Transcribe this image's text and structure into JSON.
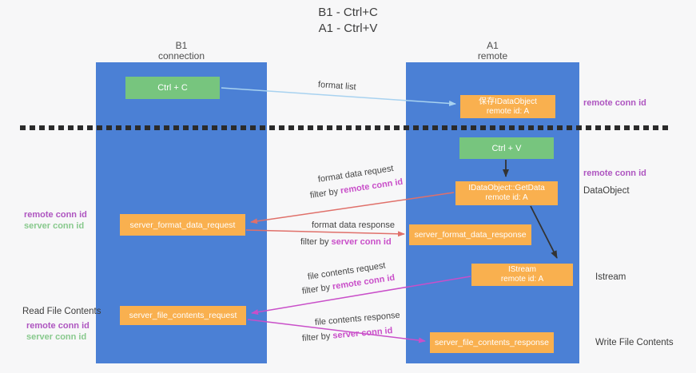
{
  "title": {
    "line1": "B1 - Ctrl+C",
    "line2": "A1 - Ctrl+V"
  },
  "lanes": {
    "left": {
      "name": "B1",
      "role": "connection"
    },
    "right": {
      "name": "A1",
      "role": "remote"
    }
  },
  "nodes": {
    "ctrl_c": {
      "label": "Ctrl + C"
    },
    "save_idataobject": {
      "line1": "保存IDataObject",
      "line2": "remote id: A"
    },
    "ctrl_v": {
      "label": "Ctrl + V"
    },
    "getdata": {
      "line1": "IDataObject::GetData",
      "line2": "remote id: A"
    },
    "server_format_data_request": {
      "label": "server_format_data_request"
    },
    "server_format_data_response": {
      "label": "server_format_data_response"
    },
    "istream": {
      "line1": "IStream",
      "line2": "remote id: A"
    },
    "server_file_contents_request": {
      "label": "server_file_contents_request"
    },
    "server_file_contents_response": {
      "label": "server_file_contents_response"
    }
  },
  "edges": {
    "format_list": {
      "label": "format list"
    },
    "format_data_request": {
      "label": "format data request",
      "filter_prefix": "filter by ",
      "filter_key": "remote conn id"
    },
    "format_data_response": {
      "label": "format data response",
      "filter_prefix": "filter by ",
      "filter_key": "server conn id"
    },
    "file_contents_request": {
      "label": "file contents request",
      "filter_prefix": "filter by ",
      "filter_key": "remote conn id"
    },
    "file_contents_response": {
      "label": "file contents response",
      "filter_prefix": "filter by ",
      "filter_key": "server conn id"
    }
  },
  "annotations": {
    "remote_conn_id_top_right": "remote conn id",
    "remote_conn_id_mid_right": "remote conn id",
    "dataobject": "DataObject",
    "istream": "Istream",
    "write_file_contents": "Write File Contents",
    "remote_conn_id_left_1": "remote conn id",
    "server_conn_id_left_1": "server conn id",
    "read_file_contents": "Read File Contents",
    "remote_conn_id_left_2": "remote conn id",
    "server_conn_id_left_2": "server conn id"
  },
  "colors": {
    "lane_fill": "#4b80d5",
    "node_orange": "#f9b04f",
    "node_green": "#77c57e",
    "arrow_blue": "#a8d2f0",
    "arrow_red": "#e0706a",
    "arrow_magenta": "#c94fc9",
    "arrow_black": "#333333",
    "text_purple": "#ae55c0",
    "text_green": "#88c98d",
    "separator_black": "#2b2b2b"
  }
}
